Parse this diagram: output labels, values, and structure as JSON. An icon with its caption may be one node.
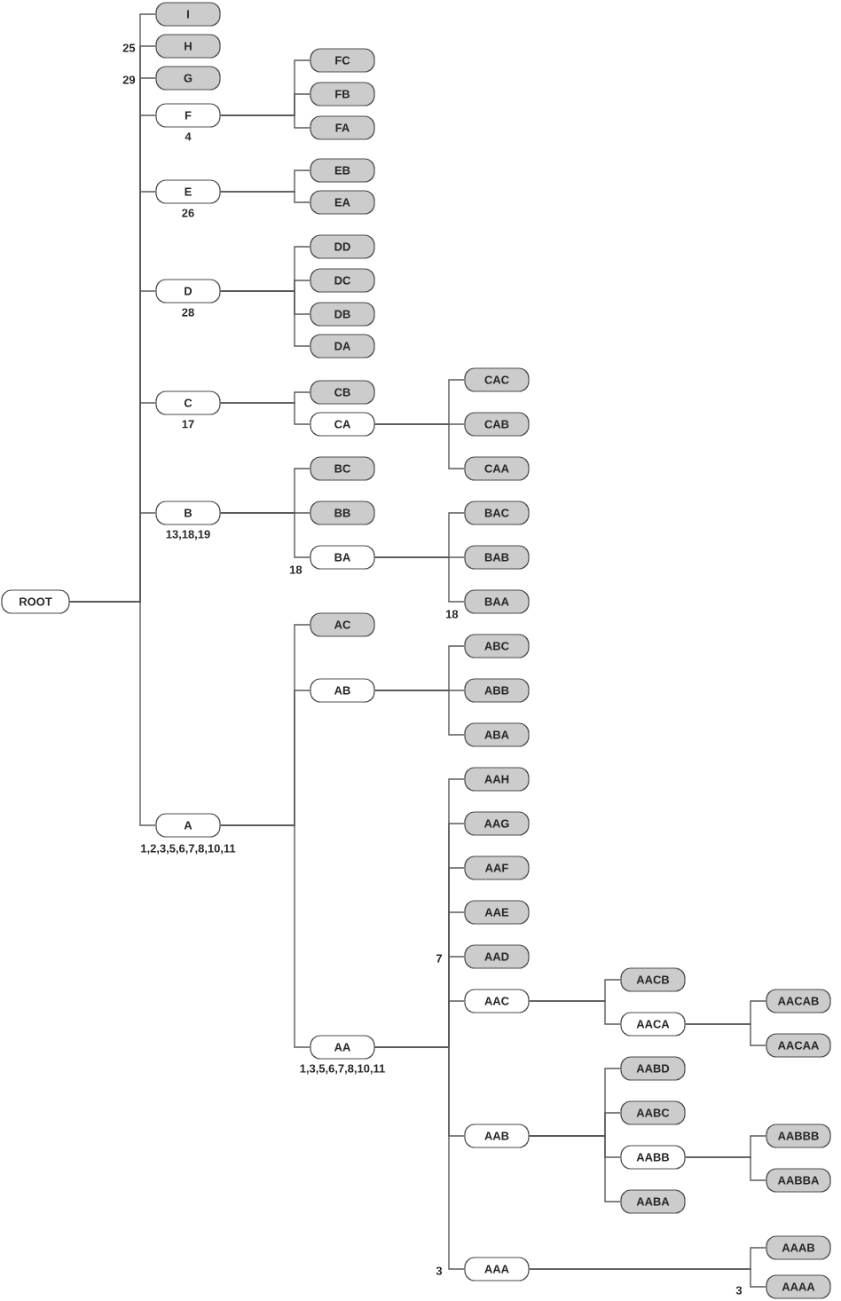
{
  "diagram": {
    "nodes": [
      {
        "text": [
          "ROOT"
        ]
      },
      {
        "text": [
          "I"
        ]
      },
      {
        "text": [
          "H"
        ],
        "beside": [
          "25"
        ]
      },
      {
        "text": [
          "G"
        ],
        "beside": [
          "29"
        ]
      },
      {
        "text": [
          "F"
        ],
        "beside": [
          "4"
        ]
      },
      {
        "text": [
          "FC"
        ]
      },
      {
        "text": [
          "FB"
        ]
      },
      {
        "text": [
          "FA"
        ]
      },
      {
        "text": [
          "E"
        ],
        "beside": [
          "26"
        ]
      },
      {
        "text": [
          "EB"
        ]
      },
      {
        "text": [
          "EA"
        ]
      },
      {
        "text": [
          "D"
        ],
        "beside": [
          "28"
        ]
      },
      {
        "text": [
          "DD"
        ]
      },
      {
        "text": [
          "DC"
        ]
      },
      {
        "text": [
          "DB"
        ]
      },
      {
        "text": [
          "DA"
        ]
      },
      {
        "text": [
          "C"
        ],
        "beside": [
          "17"
        ]
      },
      {
        "text": [
          "CB"
        ]
      },
      {
        "text": [
          "CA"
        ]
      },
      {
        "text": [
          "CAC"
        ]
      },
      {
        "text": [
          "CAB"
        ]
      },
      {
        "text": [
          "CAA"
        ]
      },
      {
        "text": [
          "B"
        ],
        "beside": [
          "13,18,19"
        ]
      },
      {
        "text": [
          "BC"
        ]
      },
      {
        "text": [
          "BB"
        ]
      },
      {
        "text": [
          "BA"
        ],
        "beside": [
          "18"
        ]
      },
      {
        "text": [
          "BAC"
        ]
      },
      {
        "text": [
          "BAB"
        ]
      },
      {
        "text": [
          "BAA"
        ],
        "beside": [
          "18"
        ]
      },
      {
        "text": [
          "A"
        ],
        "beside": [
          "1,2,3,5,6,7,8,10,11"
        ]
      },
      {
        "text": [
          "AC"
        ]
      },
      {
        "text": [
          "AB"
        ]
      },
      {
        "text": [
          "ABC"
        ]
      },
      {
        "text": [
          "ABB"
        ]
      },
      {
        "text": [
          "ABA"
        ]
      },
      {
        "text": [
          "AA"
        ],
        "beside": [
          "1,3,5,6,7,8,10,11"
        ]
      },
      {
        "text": [
          "AAH"
        ]
      },
      {
        "text": [
          "AAG"
        ]
      },
      {
        "text": [
          "AAF"
        ]
      },
      {
        "text": [
          "AAE"
        ]
      },
      {
        "text": [
          "AAD"
        ],
        "beside": [
          "7"
        ]
      },
      {
        "text": [
          "AAC"
        ]
      },
      {
        "text": [
          "AACB"
        ]
      },
      {
        "text": [
          "AACA"
        ]
      },
      {
        "text": [
          "AACAB"
        ]
      },
      {
        "text": [
          "AACAA"
        ]
      },
      {
        "text": [
          "AAB"
        ]
      },
      {
        "text": [
          "AABD"
        ]
      },
      {
        "text": [
          "AABC"
        ]
      },
      {
        "text": [
          "AABB"
        ]
      },
      {
        "text": [
          "AABBB"
        ]
      },
      {
        "text": [
          "AABBA"
        ]
      },
      {
        "text": [
          "AABA"
        ]
      },
      {
        "text": [
          "AAA"
        ],
        "beside": [
          "3"
        ]
      },
      {
        "text": [
          "AAAB"
        ]
      },
      {
        "text": [
          "AAAA"
        ],
        "beside": [
          "3"
        ]
      }
    ],
    "edges": [
      {
        "from": 0,
        "to": 1,
        "arrow": "none"
      },
      {
        "from": 0,
        "to": 2,
        "arrow": "none"
      },
      {
        "from": 0,
        "to": 3,
        "arrow": "none"
      },
      {
        "from": 0,
        "to": 4,
        "arrow": "none"
      },
      {
        "from": 4,
        "to": 5,
        "arrow": "none"
      },
      {
        "from": 4,
        "to": 6,
        "arrow": "none"
      },
      {
        "from": 4,
        "to": 7,
        "arrow": "none"
      },
      {
        "from": 0,
        "to": 8,
        "arrow": "none"
      },
      {
        "from": 8,
        "to": 9,
        "arrow": "none"
      },
      {
        "from": 8,
        "to": 10,
        "arrow": "none"
      },
      {
        "from": 0,
        "to": 11,
        "arrow": "none"
      },
      {
        "from": 11,
        "to": 12,
        "arrow": "none"
      },
      {
        "from": 11,
        "to": 13,
        "arrow": "none"
      },
      {
        "from": 11,
        "to": 14,
        "arrow": "none"
      },
      {
        "from": 11,
        "to": 15,
        "arrow": "none"
      },
      {
        "from": 0,
        "to": 16,
        "arrow": "none"
      },
      {
        "from": 16,
        "to": 17,
        "arrow": "none"
      },
      {
        "from": 16,
        "to": 18,
        "arrow": "none"
      },
      {
        "from": 18,
        "to": 19,
        "arrow": "none"
      },
      {
        "from": 18,
        "to": 20,
        "arrow": "none"
      },
      {
        "from": 18,
        "to": 21,
        "arrow": "none"
      },
      {
        "from": 0,
        "to": 22,
        "arrow": "none"
      },
      {
        "from": 22,
        "to": 23,
        "arrow": "none"
      },
      {
        "from": 22,
        "to": 24,
        "arrow": "none"
      },
      {
        "from": 22,
        "to": 25,
        "arrow": "none"
      },
      {
        "from": 25,
        "to": 26,
        "arrow": "none"
      },
      {
        "from": 25,
        "to": 27,
        "arrow": "none"
      },
      {
        "from": 25,
        "to": 28,
        "arrow": "none"
      },
      {
        "from": 0,
        "to": 29,
        "arrow": "none"
      },
      {
        "from": 29,
        "to": 30,
        "arrow": "none"
      },
      {
        "from": 29,
        "to": 31,
        "arrow": "none"
      },
      {
        "from": 31,
        "to": 32,
        "arrow": "none"
      },
      {
        "from": 31,
        "to": 33,
        "arrow": "none"
      },
      {
        "from": 31,
        "to": 34,
        "arrow": "none"
      },
      {
        "from": 29,
        "to": 35,
        "arrow": "none"
      },
      {
        "from": 35,
        "to": 36,
        "arrow": "none"
      },
      {
        "from": 35,
        "to": 37,
        "arrow": "none"
      },
      {
        "from": 35,
        "to": 38,
        "arrow": "none"
      },
      {
        "from": 35,
        "to": 39,
        "arrow": "none"
      },
      {
        "from": 35,
        "to": 40,
        "arrow": "none"
      },
      {
        "from": 35,
        "to": 41,
        "arrow": "none"
      },
      {
        "from": 41,
        "to": 42,
        "arrow": "none"
      },
      {
        "from": 41,
        "to": 43,
        "arrow": "none"
      },
      {
        "from": 43,
        "to": 44,
        "arrow": "none"
      },
      {
        "from": 43,
        "to": 45,
        "arrow": "none"
      },
      {
        "from": 35,
        "to": 46,
        "arrow": "none"
      },
      {
        "from": 46,
        "to": 47,
        "arrow": "none"
      },
      {
        "from": 46,
        "to": 48,
        "arrow": "none"
      },
      {
        "from": 46,
        "to": 49,
        "arrow": "none"
      },
      {
        "from": 49,
        "to": 50,
        "arrow": "none"
      },
      {
        "from": 49,
        "to": 51,
        "arrow": "none"
      },
      {
        "from": 46,
        "to": 52,
        "arrow": "none"
      },
      {
        "from": 35,
        "to": 53,
        "arrow": "none"
      },
      {
        "from": 53,
        "to": 54,
        "arrow": "none"
      },
      {
        "from": 53,
        "to": 55,
        "arrow": "none"
      }
    ]
  }
}
